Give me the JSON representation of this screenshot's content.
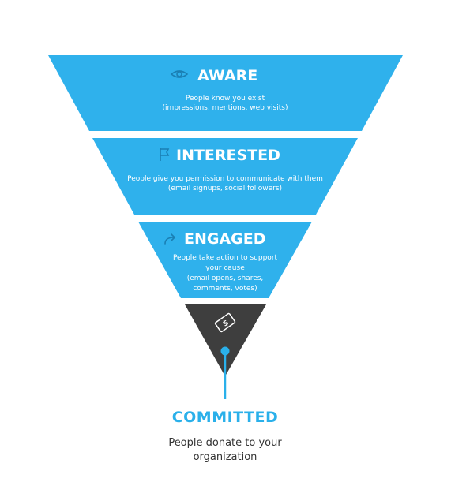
{
  "colors": {
    "stage": "#2fb1ec",
    "final_stage": "#3e3e3e",
    "accent": "#2ab0ea",
    "icon_dark": "#1a7fb3",
    "text_dark": "#333333"
  },
  "stages": [
    {
      "title": "AWARE",
      "icon": "eye-icon",
      "desc_lines": [
        "People know you exist",
        "(impressions, mentions, web visits)"
      ]
    },
    {
      "title": "INTERESTED",
      "icon": "flag-icon",
      "desc_lines": [
        "People give you permission to communicate with them",
        "(email signups, social followers)"
      ]
    },
    {
      "title": "ENGAGED",
      "icon": "share-arrow-icon",
      "desc_lines": [
        "People take action to support",
        "your cause",
        "(email opens, shares,",
        "comments, votes)"
      ]
    }
  ],
  "final": {
    "title": "COMMITTED",
    "icon": "money-bill-icon",
    "desc_lines": [
      "People donate to your",
      "organization"
    ]
  }
}
